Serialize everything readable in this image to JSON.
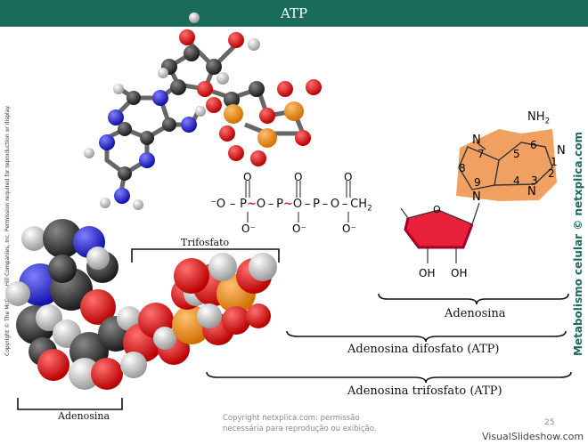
{
  "title": "ATP",
  "copyright_left": "Copyright © The McGraw-Hill Companies, Inc. Permission required for reproduction or display.",
  "credit_right": "Metabolismo celular © netxplica.com",
  "labels": {
    "trifosfato": "Trifosfato",
    "adenosina_left": "Adenosina",
    "adenosina": "Adenosina",
    "adp": "Adenosina difosfato (ATP)",
    "atp": "Adenosina trifosfato (ATP)"
  },
  "formula": {
    "o_minus_start": "⁻O",
    "p": "P",
    "o": "O",
    "o_minus": "O⁻",
    "tilde": "~",
    "ch2": "CH",
    "ch2_sub": "2",
    "oh": "OH",
    "n": "N",
    "nh2": "NH",
    "nh2_sub": "2",
    "ring_numbers": [
      "1",
      "2",
      "3",
      "4",
      "5",
      "6",
      "7",
      "8",
      "9"
    ]
  },
  "footer": {
    "line1": "Copyright netxplica.com: permissão",
    "line2": "necessária para reprodução ou exibição.",
    "page_number": "25",
    "watermark": "VisualSlideshow.com"
  },
  "colors": {
    "title_bar": "#1a6b5c",
    "tilde": "#cc2222",
    "ribose": "#e8203a",
    "adenine": "#f0a060",
    "credit": "#1a6b5c"
  }
}
